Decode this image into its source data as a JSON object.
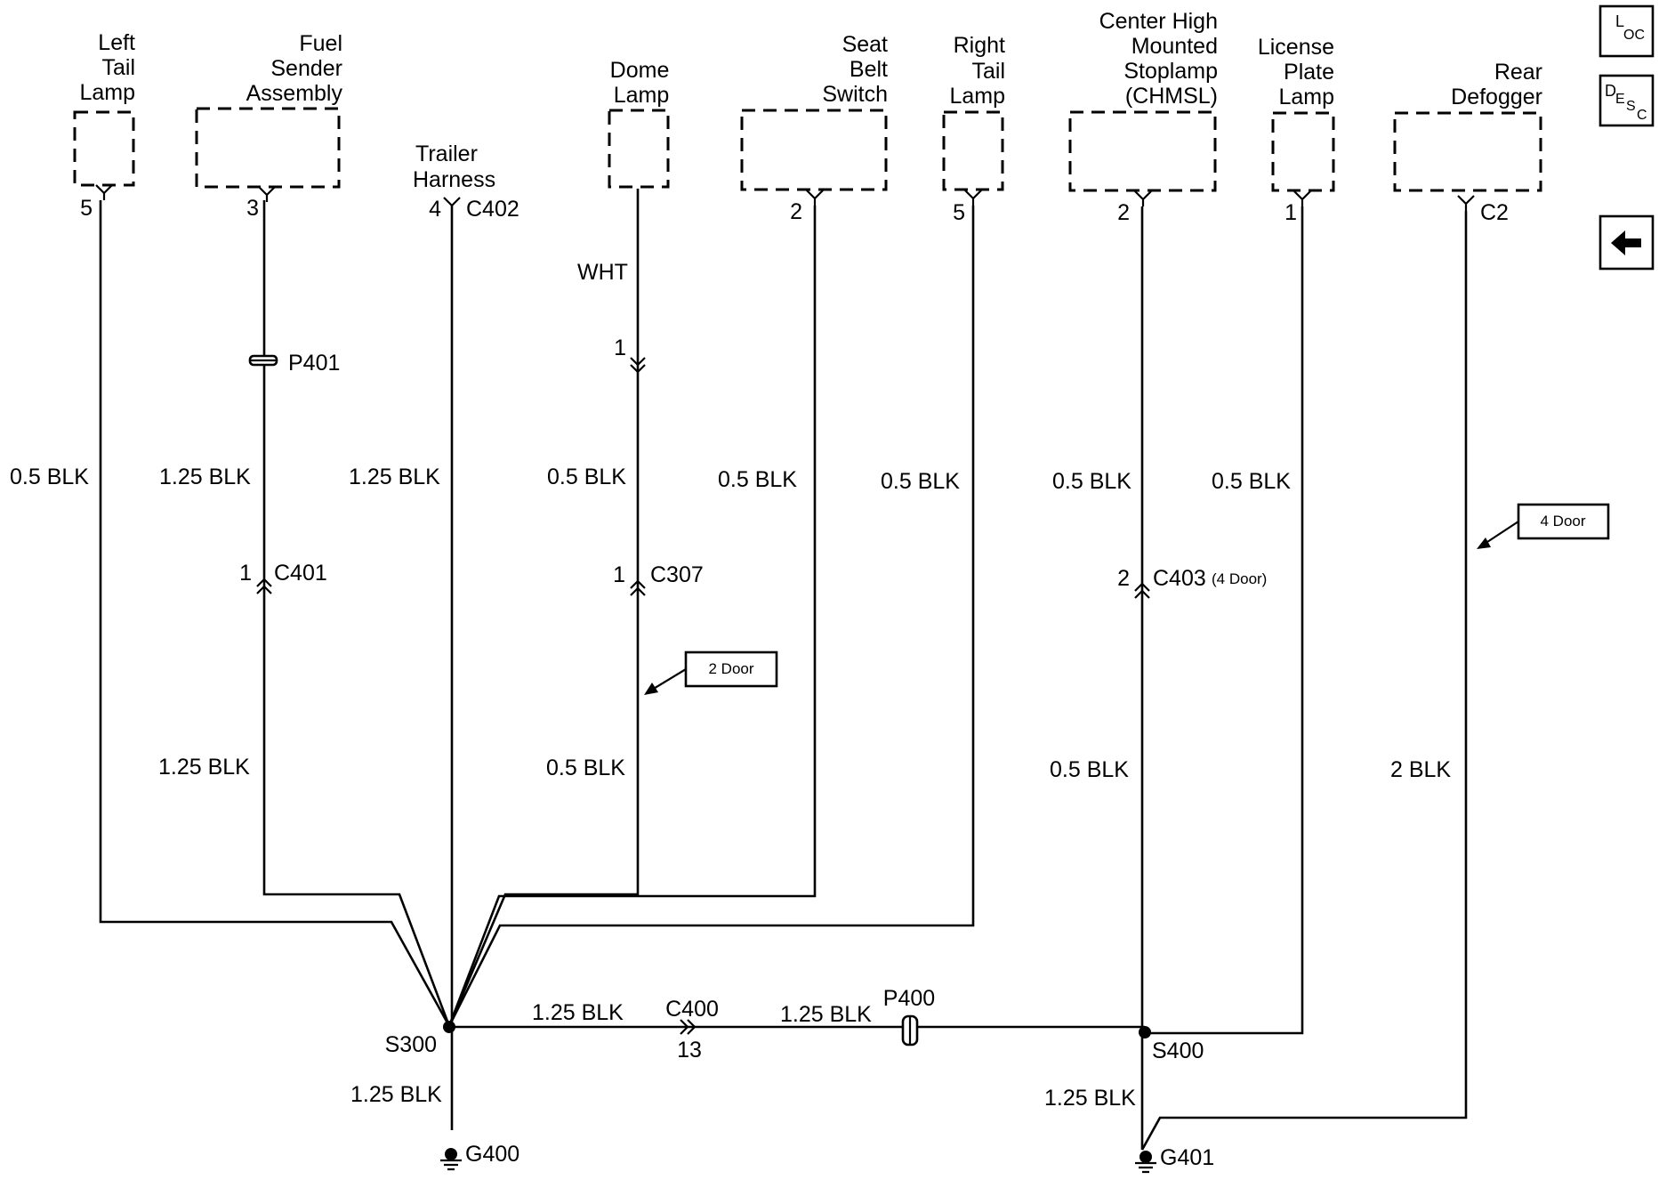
{
  "components": {
    "left_tail_lamp": {
      "lines": [
        "Left",
        "Tail",
        "Lamp"
      ],
      "pin": "5",
      "wire": "0.5 BLK"
    },
    "fuel_sender": {
      "lines": [
        "Fuel",
        "Sender",
        "Assembly"
      ],
      "pin": "3",
      "wire_upper": "1.25 BLK",
      "wire_lower": "1.25 BLK",
      "inline_label": "P401",
      "connector": "C401",
      "connector_pin": "1"
    },
    "trailer_harness": {
      "lines": [
        "Trailer",
        "Harness"
      ],
      "pin": "4",
      "connector": "C402",
      "wire": "1.25 BLK"
    },
    "dome_lamp": {
      "lines": [
        "Dome",
        "Lamp"
      ],
      "wire_color": "WHT",
      "inline_pin": "1",
      "wire_upper": "0.5 BLK",
      "wire_lower": "0.5 BLK",
      "connector": "C307",
      "connector_pin": "1",
      "note": "2 Door"
    },
    "seat_belt_switch": {
      "lines": [
        "Seat",
        "Belt",
        "Switch"
      ],
      "pin": "2",
      "wire": "0.5 BLK"
    },
    "right_tail_lamp": {
      "lines": [
        "Right",
        "Tail",
        "Lamp"
      ],
      "pin": "5",
      "wire": "0.5 BLK"
    },
    "chmsl": {
      "lines": [
        "Center High",
        "Mounted",
        "Stoplamp",
        "(CHMSL)"
      ],
      "pin": "2",
      "wire_upper": "0.5 BLK",
      "wire_lower": "0.5 BLK",
      "connector": "C403",
      "connector_note": "(4 Door)",
      "connector_pin": "2"
    },
    "license_plate_lamp": {
      "lines": [
        "License",
        "Plate",
        "Lamp"
      ],
      "pin": "1",
      "wire": "0.5 BLK"
    },
    "rear_defogger": {
      "lines": [
        "Rear",
        "Defogger"
      ],
      "connector": "C2",
      "wire": "2 BLK",
      "note": "4 Door"
    }
  },
  "ground_run": {
    "splice_left": "S300",
    "wire_left": "1.25 BLK",
    "connector": "C400",
    "connector_pin": "13",
    "wire_right": "1.25 BLK",
    "inline": "P400",
    "splice_right": "S400",
    "ground_left_wire": "1.25 BLK",
    "ground_left": "G400",
    "ground_right_wire": "1.25 BLK",
    "ground_right": "G401"
  },
  "nav": {
    "loc": {
      "big": "L",
      "small": "OC"
    },
    "desc": {
      "big": "D",
      "small1": "E",
      "small2": "S",
      "small3": "C"
    },
    "back_icon": "arrow-left-icon"
  }
}
